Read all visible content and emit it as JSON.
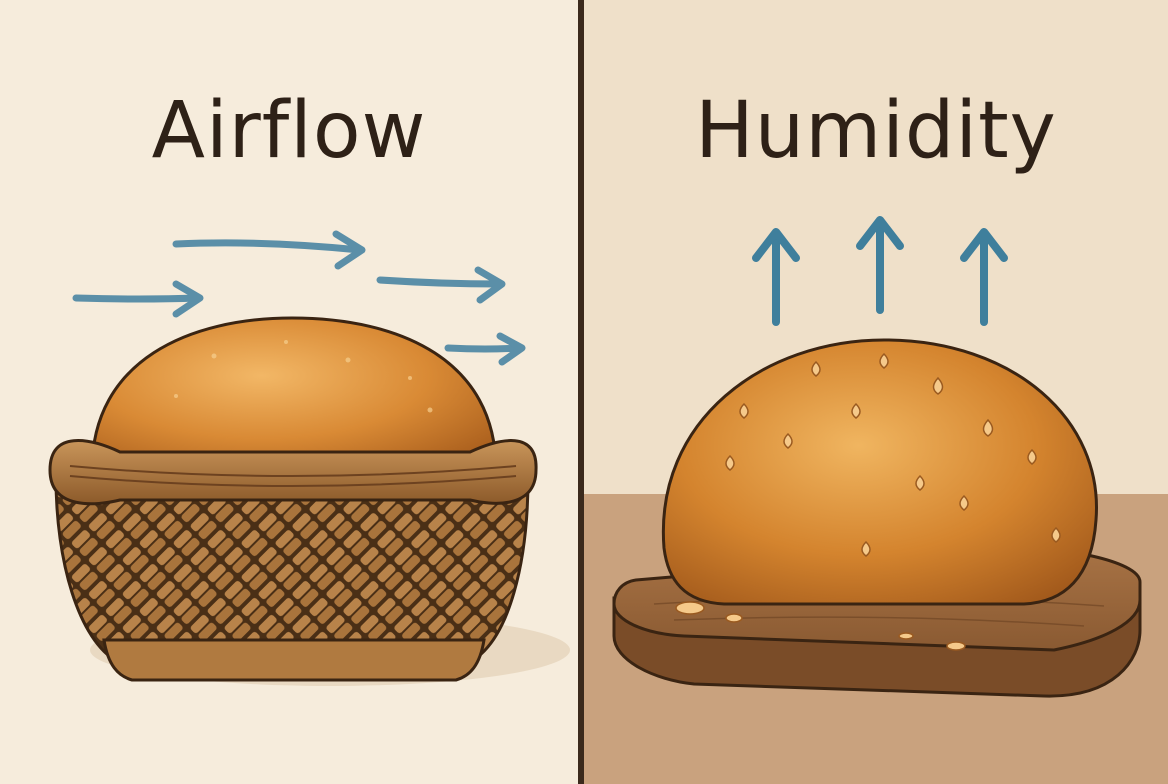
{
  "panels": [
    {
      "title": "Airflow",
      "illustration": "bread-in-wicker-basket",
      "arrow_direction": "right"
    },
    {
      "title": "Humidity",
      "illustration": "bread-on-wooden-board-with-droplets",
      "arrow_direction": "up"
    }
  ],
  "colors": {
    "arrow": "#5b8fa8",
    "bread_crust": "#c97a28",
    "basket": "#9b6a35",
    "board": "#8a5a32",
    "divider": "#3b2a1c",
    "left_background": "#f6ecdc",
    "right_background": "#efe0c9",
    "table": "#c9a27e"
  }
}
